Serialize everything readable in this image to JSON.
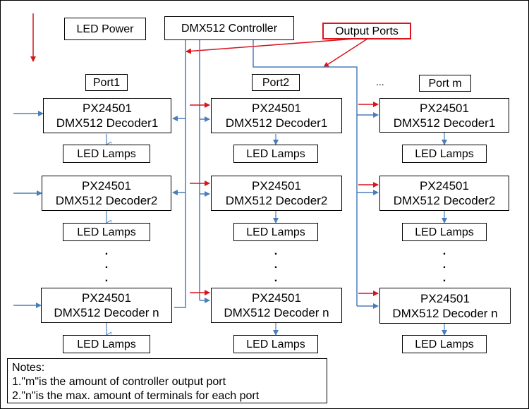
{
  "top": {
    "led_power": "LED Power",
    "controller": "DMX512 Controller",
    "output_ports": "Output Ports"
  },
  "ports": [
    {
      "name": "Port1",
      "decoders": [
        {
          "model": "PX24501",
          "name": "DMX512 Decoder1"
        },
        {
          "model": "PX24501",
          "name": "DMX512 Decoder2"
        },
        {
          "model": "PX24501",
          "name": "DMX512 Decoder n"
        }
      ],
      "lamps": "LED Lamps"
    },
    {
      "name": "Port2",
      "decoders": [
        {
          "model": "PX24501",
          "name": "DMX512 Decoder1"
        },
        {
          "model": "PX24501",
          "name": "DMX512 Decoder2"
        },
        {
          "model": "PX24501",
          "name": "DMX512 Decoder n"
        }
      ],
      "lamps": "LED Lamps"
    },
    {
      "name": "Port m",
      "decoders": [
        {
          "model": "PX24501",
          "name": "DMX512 Decoder1"
        },
        {
          "model": "PX24501",
          "name": "DMX512 Decoder2"
        },
        {
          "model": "PX24501",
          "name": "DMX512 Decoder n"
        }
      ],
      "lamps": "LED Lamps"
    }
  ],
  "ellipsis": "...",
  "dots": ".\n.\n.",
  "notes": {
    "title": "Notes:",
    "lines": [
      "1.\"m\"is the amount of controller output port",
      "2.\"n\"is the max. amount of terminals for each port"
    ]
  },
  "colors": {
    "power_line": "#d9141b",
    "signal_line": "#4a7ebb",
    "border": "#000000"
  }
}
